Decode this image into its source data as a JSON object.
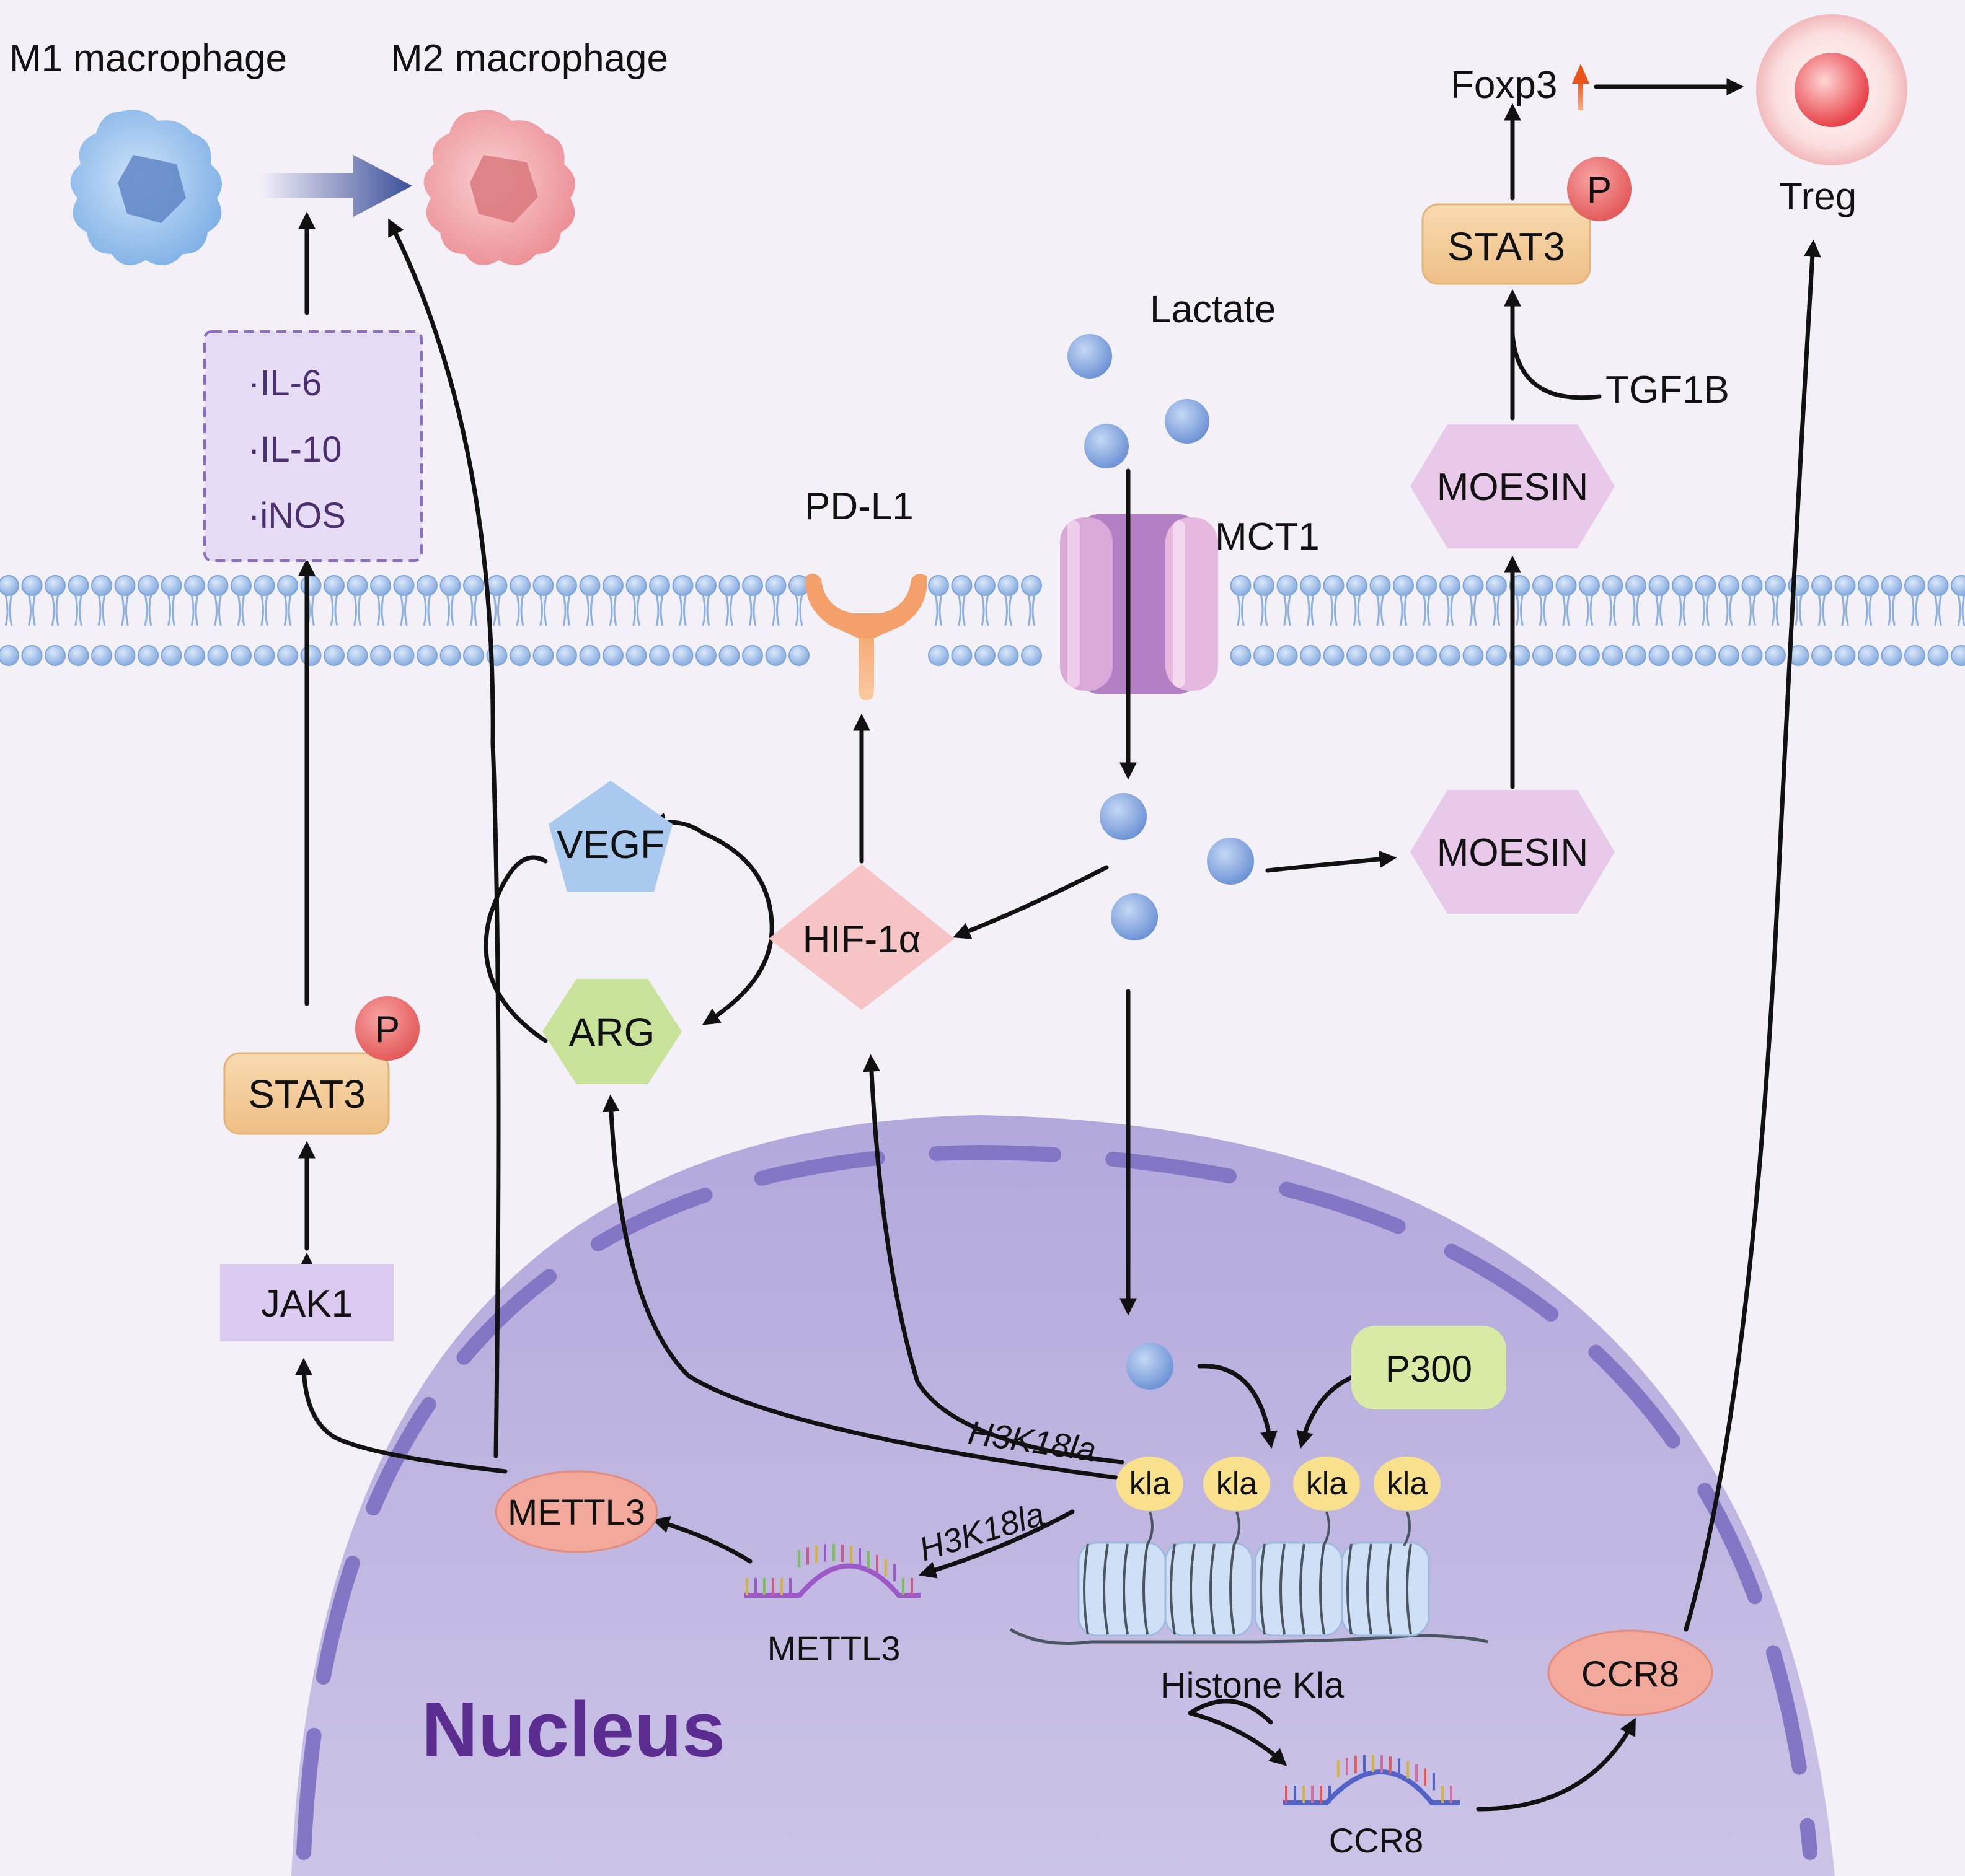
{
  "title_m1": "M1 macrophage",
  "title_m2": "M2 macrophage",
  "treg": "Treg",
  "foxp3": "Foxp3",
  "lactate": "Lactate",
  "mct1": "MCT1",
  "pdl1": "PD-L1",
  "tgf1b": "TGF1B",
  "moesin_top": "MOESIN",
  "moesin_bottom": "MOESIN",
  "stat3_left": "STAT3",
  "stat3_right": "STAT3",
  "phospho_p": "P",
  "cytokines": [
    "·IL-6",
    "·IL-10",
    "·iNOS"
  ],
  "vegf": "VEGF",
  "arg": "ARG",
  "hif1a": "HIF-1α",
  "jak1": "JAK1",
  "p300": "P300",
  "kla": "kla",
  "h3k18la": "H3K18la",
  "mettl3": "METTL3",
  "mettl3_mrna": "METTL3",
  "histone_kla": "Histone Kla",
  "ccr8_protein": "CCR8",
  "ccr8_mrna": "CCR8",
  "nucleus": "Nucleus",
  "colors": {
    "background": "#f3f0f8",
    "membrane_head": "#a9c4ec",
    "nucleus": "#b7addc",
    "nucleus_envelope": "#8478c6",
    "nucleus_label": "#5c2d91",
    "stat3": "#f3cb96",
    "phospho": "#ef6b6b",
    "moesin": "#e8c9ea",
    "hif1a": "#f6c4c4",
    "vegf": "#a9c9ef",
    "arg": "#c8e29a",
    "jak1": "#dccbf0",
    "p300": "#d8eaa3",
    "kla": "#f8e08c",
    "mettl3": "#f2a89a",
    "ccr8": "#f2a89a",
    "lactate": "#86a7de",
    "up_arrow": "#e8541a"
  }
}
